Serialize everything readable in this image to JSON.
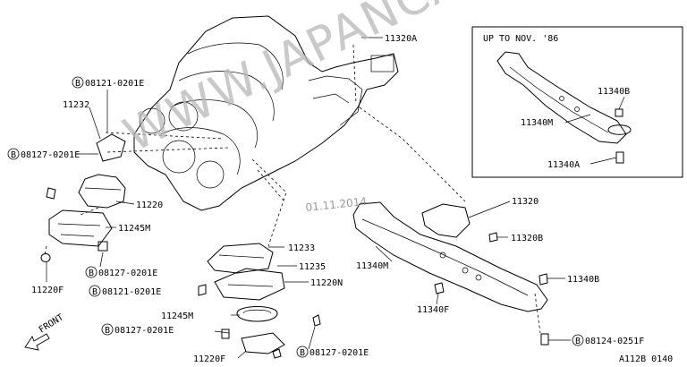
{
  "watermark": "WWW.JAPANCATS.RU",
  "date_stamp": "01.11.2014",
  "inset_title": "UP TO NOV. '86",
  "drawing_code": "A112B 0140",
  "front_label": "FRONT",
  "bolt_prefix": "B",
  "labels": {
    "p11320A": "11320A",
    "p08121_top": "08121-0201E",
    "p11232": "11232",
    "p08127_left": "08127-0201E",
    "p11220": "11220",
    "p11245M": "11245M",
    "p08127_mid": "08127-0201E",
    "p08121_mid": "08121-0201E",
    "p11220F": "11220F",
    "p11233": "11233",
    "p11235": "11235",
    "p11220N": "11220N",
    "p11245M_b": "11245M",
    "p08127_bot": "08127-0201E",
    "p08127_bot2": "08127-0201E",
    "p11220F_b": "11220F",
    "p11320": "11320",
    "p11320B": "11320B",
    "p11340M": "11340M",
    "p11340F": "11340F",
    "p11340B": "11340B",
    "p08124": "08124-0251F",
    "i11340B": "11340B",
    "i11340M": "11340M",
    "i11340A": "11340A"
  }
}
